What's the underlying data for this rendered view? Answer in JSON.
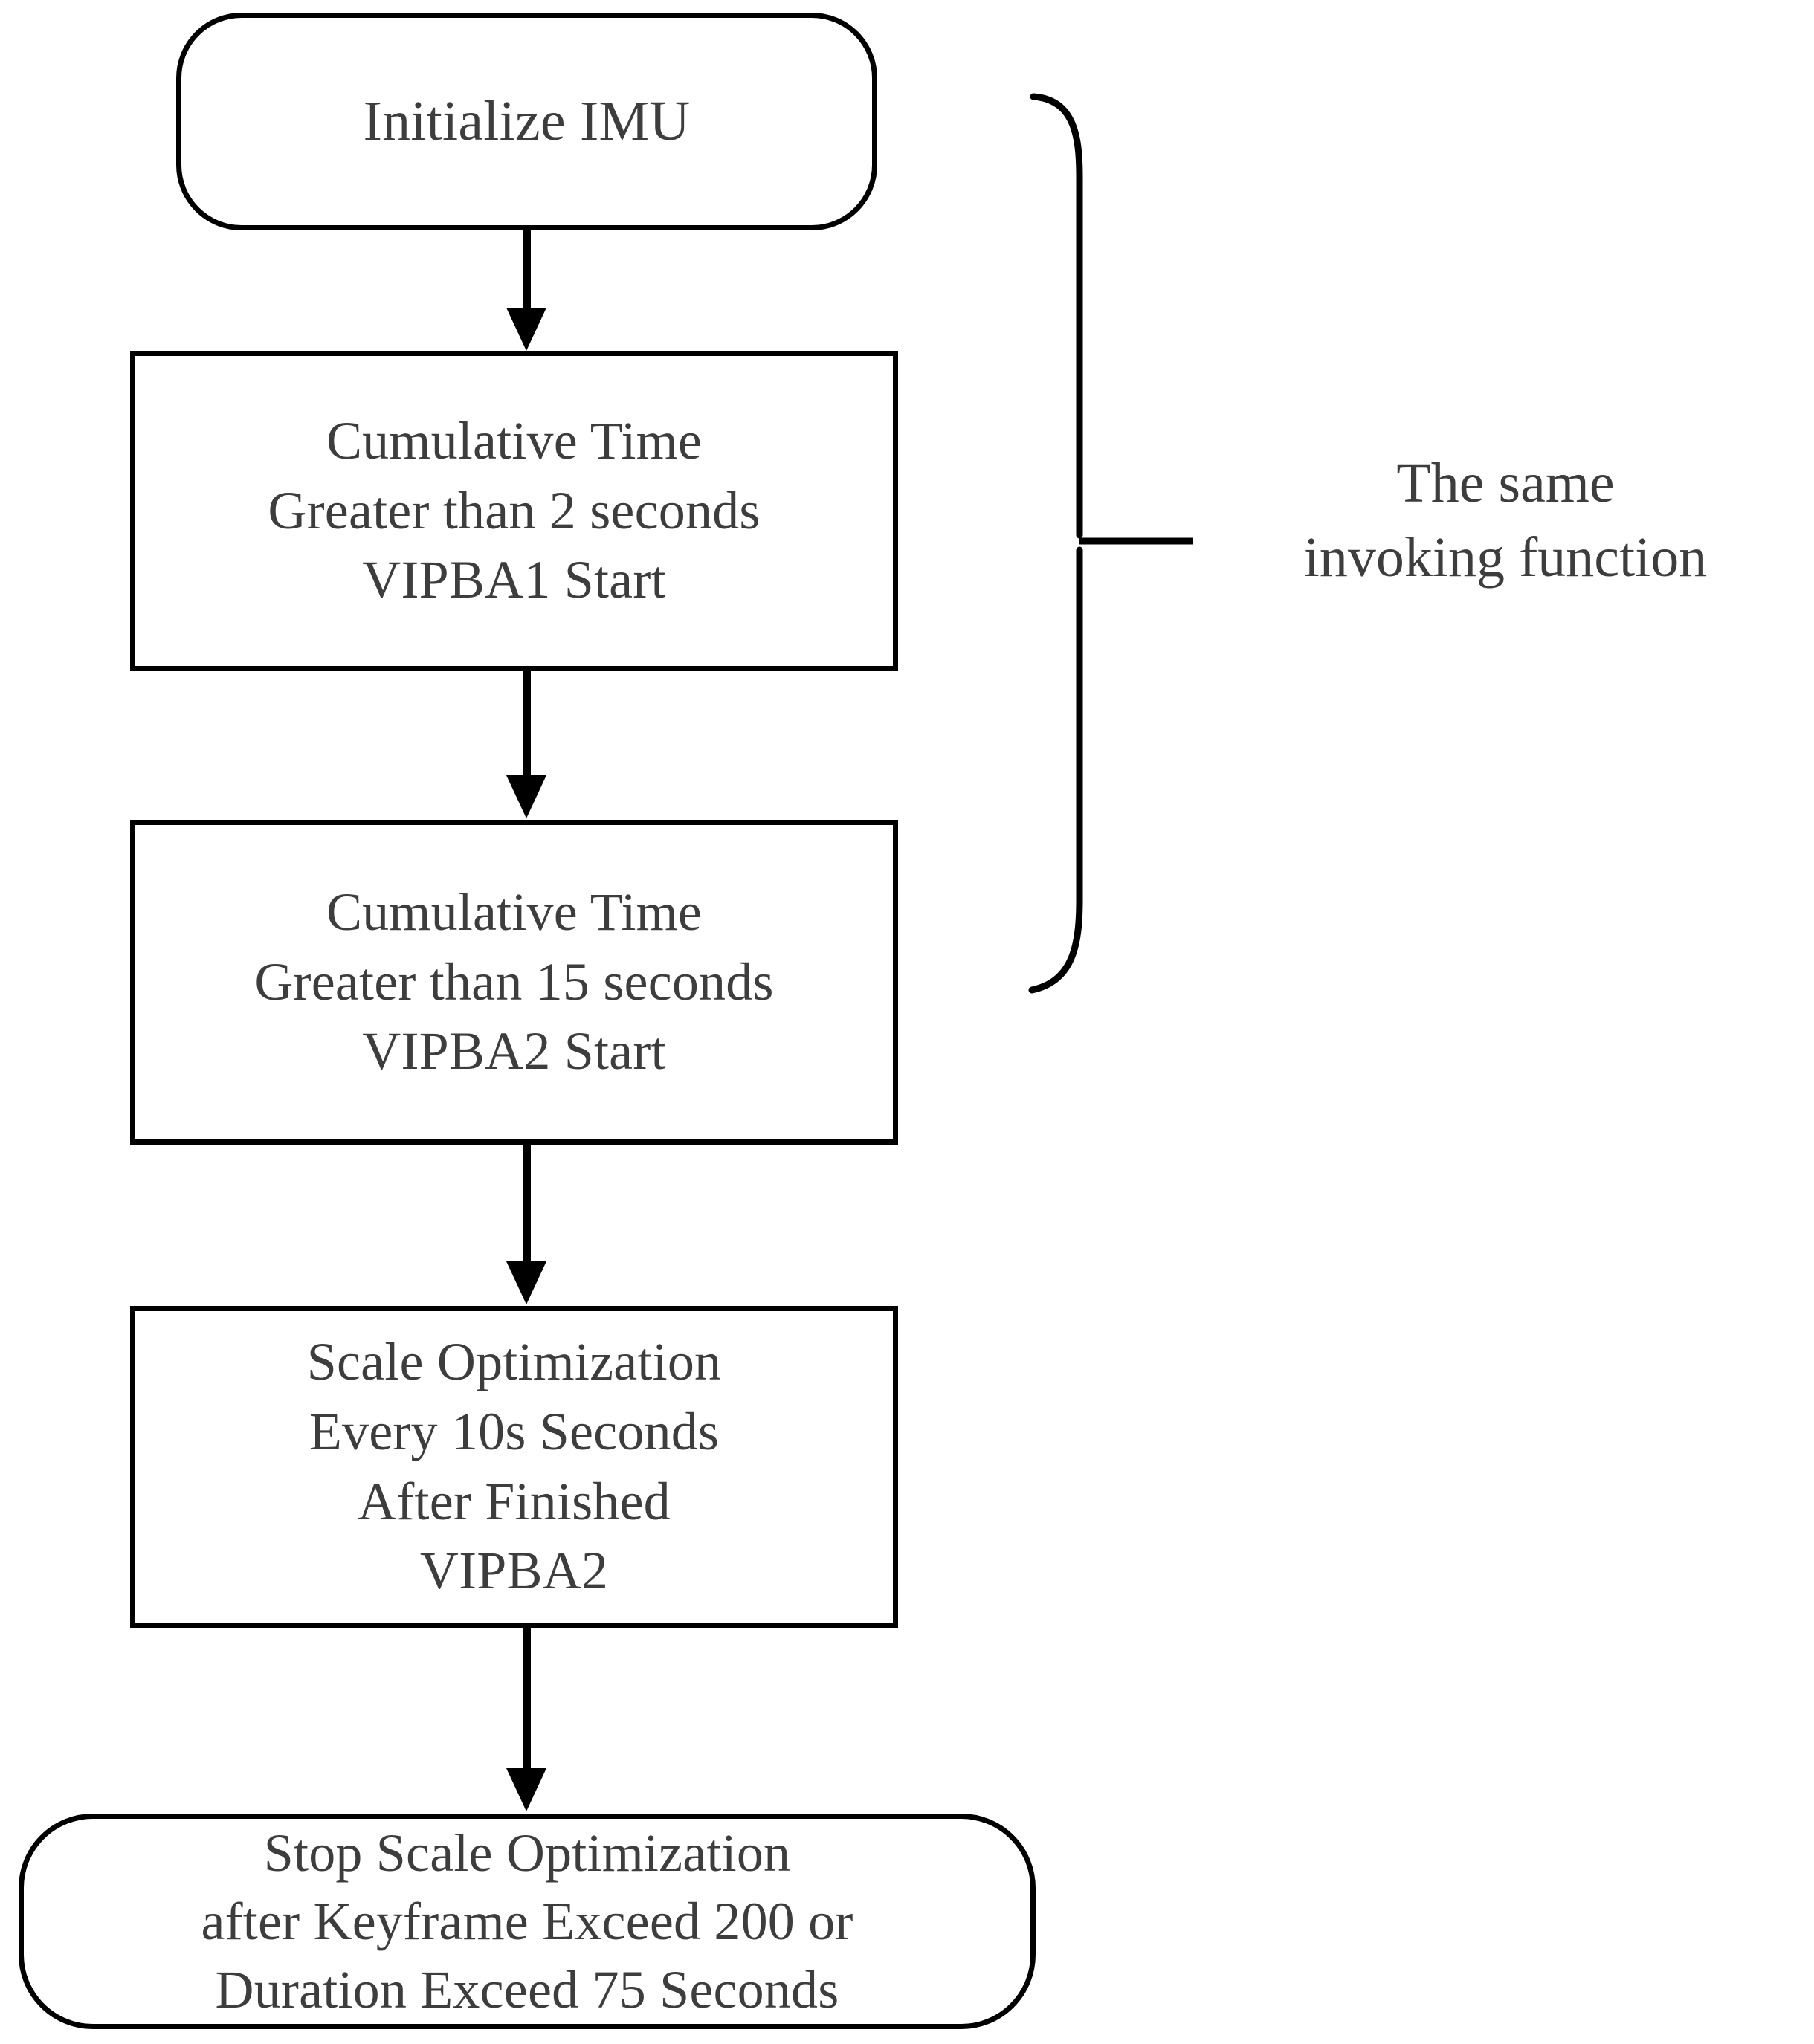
{
  "diagram": {
    "title": "VIPBA scale optimization flowchart",
    "stroke_color": "#000000",
    "text_color": "#3d3d3d",
    "background_color": "#ffffff",
    "nodes": [
      {
        "id": "init",
        "shape": "rounded-rectangle",
        "lines": [
          "Initialize IMU"
        ]
      },
      {
        "id": "vipba1",
        "shape": "rectangle",
        "lines": [
          "Cumulative Time",
          "Greater than 2 seconds",
          "VIPBA1 Start"
        ]
      },
      {
        "id": "vipba2",
        "shape": "rectangle",
        "lines": [
          "Cumulative Time",
          "Greater than 15 seconds",
          "VIPBA2 Start"
        ]
      },
      {
        "id": "scale_optimization",
        "shape": "rectangle",
        "lines": [
          "Scale Optimization",
          "Every 10s Seconds",
          "After Finished",
          "VIPBA2"
        ]
      },
      {
        "id": "stop",
        "shape": "rounded-rectangle",
        "lines": [
          "Stop Scale Optimization",
          "after Keyframe Exceed 200 or",
          "Duration Exceed 75 Seconds"
        ]
      }
    ],
    "annotation": {
      "id": "same-invoking-function",
      "lines": [
        "The same",
        "invoking function"
      ],
      "brace_spans": [
        "vipba1",
        "vipba2"
      ]
    }
  }
}
